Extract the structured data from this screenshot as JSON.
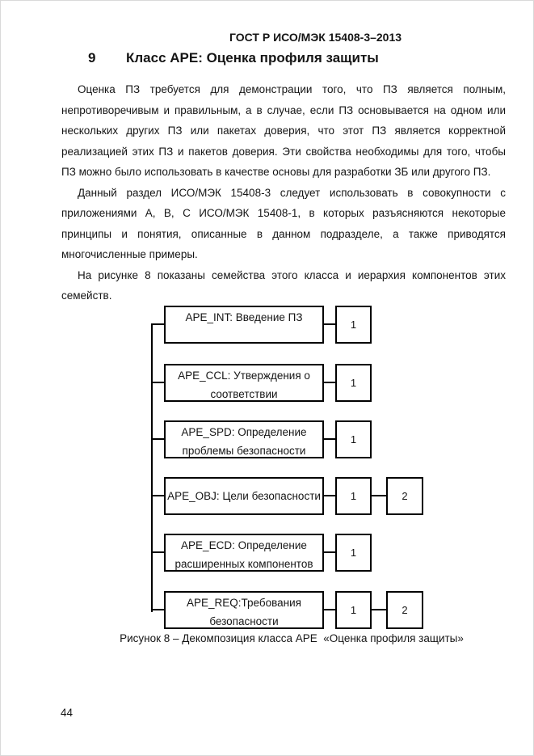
{
  "header": {
    "text": "ГОСТ Р ИСО/МЭК 15408-3–2013"
  },
  "section": {
    "number": "9",
    "title": "Класс APE: Оценка профиля защиты"
  },
  "paragraphs": [
    "Оценка ПЗ требуется для демонстрации того, что ПЗ является полным, непротиворечивым и правильным, а в случае, если ПЗ основывается на одном или нескольких других ПЗ или пакетах доверия, что этот ПЗ является корректной реализацией этих ПЗ и пакетов доверия. Эти свойства необходимы для того, чтобы ПЗ можно было использовать в качестве основы для разработки ЗБ или другого ПЗ.",
    "Данный раздел ИСО/МЭК 15408-3 следует использовать в совокупности с приложениями A, B, C ИСО/МЭК 15408-1, в которых разъясняются некоторые принципы и понятия, описанные в данном подразделе, а также приводятся многочисленные примеры.",
    "На рисунке 8 показаны семейства этого класса и иерархия компонентов этих семейств."
  ],
  "figure": {
    "caption": "Рисунок 8 – Декомпозиция класса APE  «Оценка профиля защиты»",
    "families": [
      {
        "label": "APE_INT: Введение ПЗ",
        "components": [
          "1"
        ]
      },
      {
        "label": "APE_CCL: Утверждения о\nсоответствии",
        "components": [
          "1"
        ]
      },
      {
        "label": "APE_SPD: Определение\nпроблемы безопасности",
        "components": [
          "1"
        ]
      },
      {
        "label": "APE_OBJ: Цели безопасности",
        "components": [
          "1",
          "2"
        ]
      },
      {
        "label": "APE_ECD: Определение\nрасширенных компонентов",
        "components": [
          "1"
        ]
      },
      {
        "label": "APE_REQ:Требования\nбезопасности",
        "components": [
          "1",
          "2"
        ]
      }
    ]
  },
  "footer": {
    "page_number": "44"
  }
}
